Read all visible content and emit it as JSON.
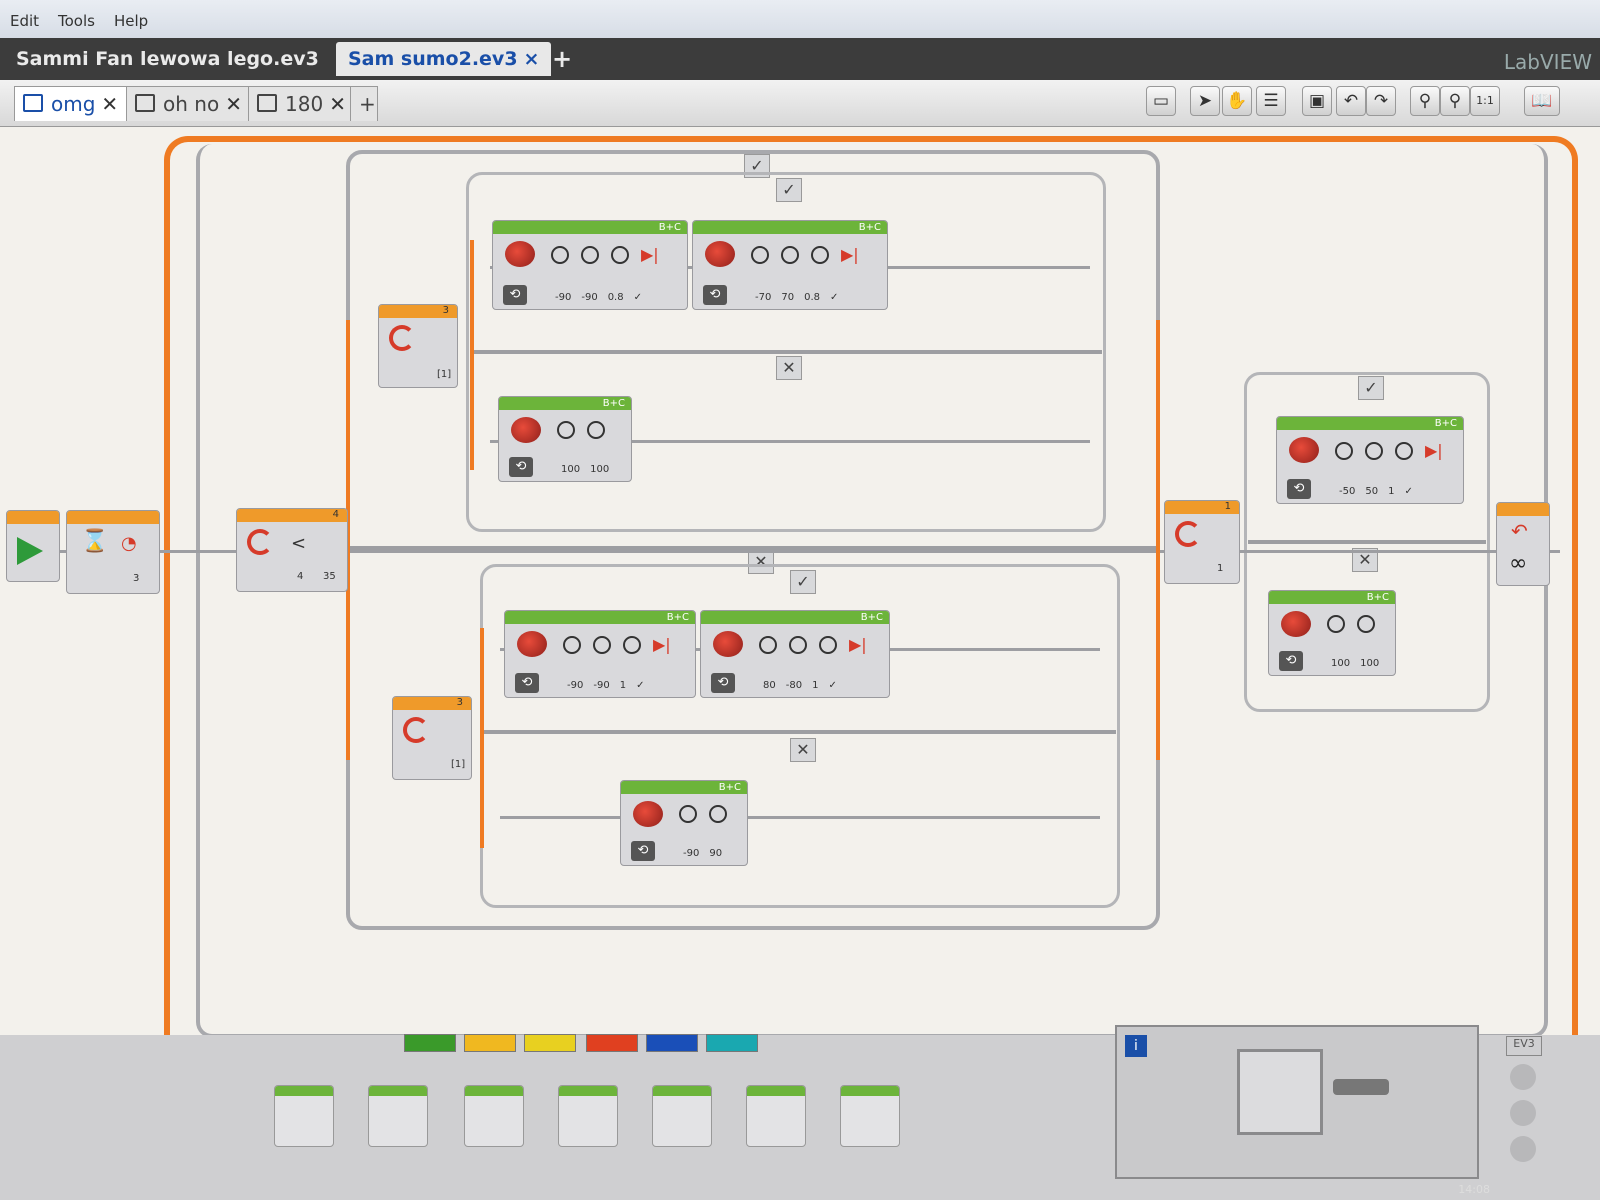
{
  "menu": {
    "items": [
      "Edit",
      "Tools",
      "Help"
    ]
  },
  "file_tabs": [
    {
      "label": "Sammi Fan lewowa lego.ev3",
      "active": false
    },
    {
      "label": "Sam sumo2.ev3",
      "active": true,
      "close": "×"
    }
  ],
  "app_brand": "LabVIEW",
  "program_tabs": [
    {
      "label": "omg",
      "active": true
    },
    {
      "label": "oh no",
      "active": false
    },
    {
      "label": "180",
      "active": false
    }
  ],
  "toolbar_icons": [
    "page-icon",
    "select-icon",
    "pan-icon",
    "comment-icon",
    "save-icon",
    "undo-icon",
    "redo-icon",
    "zoom-out-icon",
    "zoom-in-icon",
    "zoom-reset-icon",
    "content-editor-icon"
  ],
  "zoom_reset_label": "1:1",
  "canvas": {
    "start_block": "start",
    "timer_block": {
      "value": "3"
    },
    "switch_main": {
      "port": "4",
      "compare": "<",
      "values": [
        "4",
        "35"
      ]
    },
    "switch_a": {
      "port": "3",
      "case_label": "[1]"
    },
    "switch_b": {
      "port": "3",
      "case_label": "[1]"
    },
    "switch_right": {
      "port": "1",
      "value": "1"
    },
    "blocks": [
      {
        "id": "a1",
        "ports": "B+C",
        "values": [
          "-90",
          "-90",
          "0.8"
        ]
      },
      {
        "id": "a2",
        "ports": "B+C",
        "values": [
          "-70",
          "70",
          "0.8"
        ]
      },
      {
        "id": "a3",
        "ports": "B+C",
        "values": [
          "100",
          "100"
        ]
      },
      {
        "id": "b1",
        "ports": "B+C",
        "values": [
          "-90",
          "-90",
          "1"
        ]
      },
      {
        "id": "b2",
        "ports": "B+C",
        "values": [
          "80",
          "-80",
          "1"
        ]
      },
      {
        "id": "b3",
        "ports": "B+C",
        "values": [
          "-90",
          "90"
        ]
      },
      {
        "id": "r1",
        "ports": "B+C",
        "values": [
          "-50",
          "50",
          "1"
        ]
      },
      {
        "id": "r2",
        "ports": "B+C",
        "values": [
          "100",
          "100"
        ]
      }
    ],
    "loop_end": "∞"
  },
  "palette_colors": [
    "#3a9a2a",
    "#f0b820",
    "#e8d020",
    "#e04020",
    "#1a4fb8",
    "#1aa8b0"
  ],
  "hardware_page_label": "EV3",
  "clock": "14:08"
}
